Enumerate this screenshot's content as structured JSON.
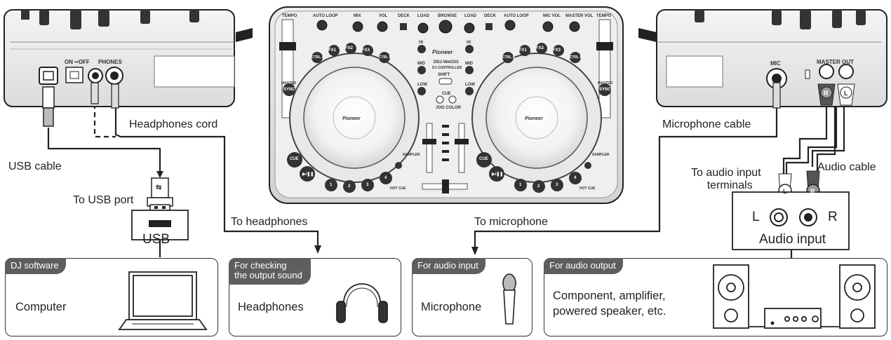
{
  "connections": {
    "headphones_cord": "Headphones cord",
    "microphone_cable": "Microphone cable",
    "usb_cable": "USB cable",
    "to_usb_port": "To USB port",
    "usb_port": "USB",
    "to_headphones": "To headphones",
    "to_microphone": "To microphone",
    "audio_cable": "Audio cable",
    "to_audio_input_terminals": [
      "To audio input",
      "terminals"
    ],
    "audio_input": "Audio input",
    "audio_input_left": "L",
    "audio_input_right": "R"
  },
  "controller": {
    "brand": "Pioneer",
    "model": "DDJ-WeGO2",
    "model_sub": "DJ CONTROLLER",
    "labels": {
      "tempo": "TEMPO",
      "auto_loop": "AUTO LOOP",
      "mix": "MIX",
      "vol": "VOL",
      "deck": "DECK",
      "load": "LOAD",
      "browse": "BROWSE",
      "mic_vol": "MIC VOL",
      "master_vol": "MASTER VOL",
      "hi": "HI",
      "mid": "MID",
      "low": "LOW",
      "shift": "SHIFT",
      "cue": "CUE",
      "play": "▶/❚❚",
      "sync": "SYNC",
      "master": "MASTER",
      "fx": [
        "FX1",
        "FX2",
        "FX3"
      ],
      "ctrl_a": "CTRL A",
      "ctrl_b": "CTRL B",
      "hot_cues": [
        "1",
        "2",
        "3",
        "4"
      ],
      "hot_cue": "HOT CUE",
      "sampler": "SAMPLER",
      "jog_color": "JOG COLOR"
    },
    "left_panel": {
      "on_off": "ON ••OFF",
      "phones": "PHONES"
    },
    "right_panel": {
      "mic": "MIC",
      "master_out": "MASTER OUT",
      "r": "R",
      "l": "L"
    }
  },
  "devices": {
    "dj_software": {
      "tag": "DJ software",
      "name": "Computer"
    },
    "headphones": {
      "tag": [
        "For checking",
        "the output sound"
      ],
      "name": "Headphones"
    },
    "microphone": {
      "tag": "For audio input",
      "name": "Microphone"
    },
    "audio_output": {
      "tag": "For audio output",
      "name": [
        "Component, amplifier,",
        "powered speaker, etc."
      ]
    }
  },
  "colors": {
    "line": "#222222",
    "tag_bg": "#5e5e5e",
    "panel": "#e4e4e4",
    "device": "#d8d8d8"
  }
}
